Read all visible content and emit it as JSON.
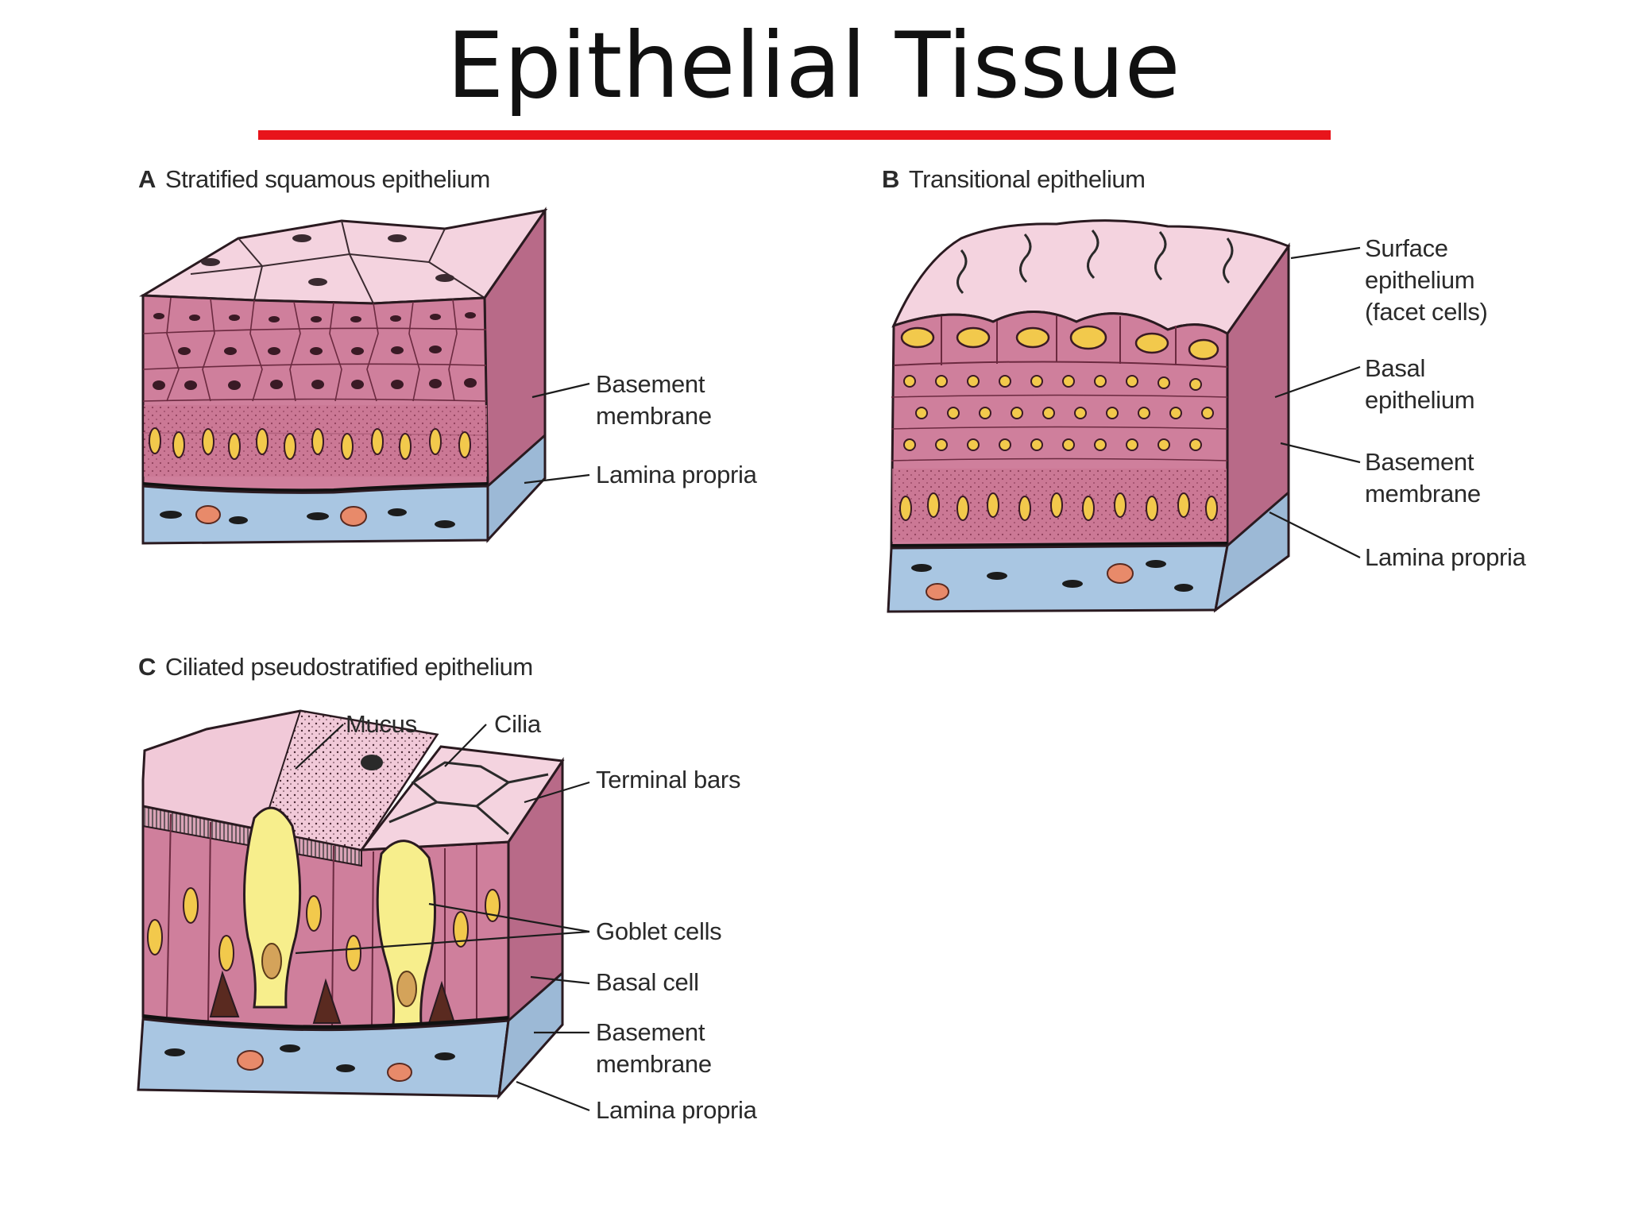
{
  "slide": {
    "title": "Epithelial Tissue",
    "accent_color": "#e8141b"
  },
  "panels": {
    "a": {
      "letter": "A",
      "caption": "Stratified squamous epithelium",
      "labels": {
        "basement_membrane_1": "Basement",
        "basement_membrane_2": "membrane",
        "lamina_propria": "Lamina propria"
      }
    },
    "b": {
      "letter": "B",
      "caption": "Transitional epithelium",
      "labels": {
        "surface_1": "Surface",
        "surface_2": "epithelium",
        "surface_3": "(facet cells)",
        "basal_1": "Basal",
        "basal_2": "epithelium",
        "basement_membrane_1": "Basement",
        "basement_membrane_2": "membrane",
        "lamina_propria": "Lamina propria"
      }
    },
    "c": {
      "letter": "C",
      "caption": "Ciliated pseudostratified epithelium",
      "labels": {
        "mucus": "Mucus",
        "cilia": "Cilia",
        "terminal_bars": "Terminal bars",
        "goblet_cells": "Goblet cells",
        "basal_cell": "Basal cell",
        "basement_membrane_1": "Basement",
        "basement_membrane_2": "membrane",
        "lamina_propria": "Lamina propria"
      }
    }
  },
  "colors": {
    "tissue_pink": "#cf7f9c",
    "surface_pink": "#f4d3df",
    "lamina_blue": "#a9c6e2",
    "nucleus_yellow": "#f2c94c",
    "goblet_yellow": "#f7ee8c"
  }
}
